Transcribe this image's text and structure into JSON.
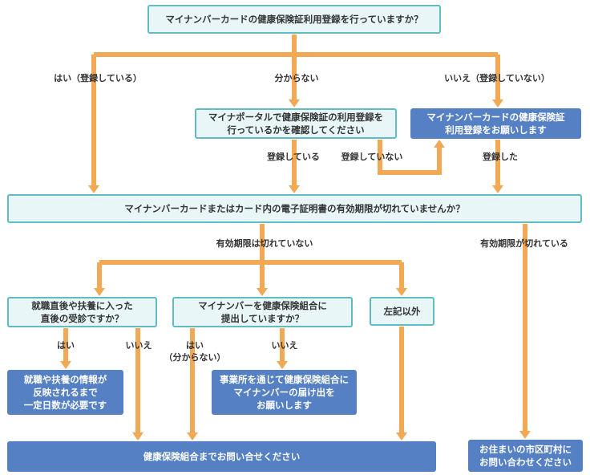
{
  "colors": {
    "arrow": "#f2a955",
    "question_border": "#5fbcc2",
    "question_fill": "#e8f6f7",
    "answer_fill": "#5580c4"
  },
  "nodes": {
    "q_registered": "マイナンバーカードの健康保険証利用登録を行っていますか？",
    "q_portal_check": "マイナポータルで健康保険証の利用登録を\n行っているかを確認してください",
    "a_register": "マイナンバーカードの健康保険証\n利用登録をお願いします",
    "q_expired": "マイナンバーカードまたはカード内の電子証明書の有効期限が切れていませんか？",
    "q_just_employed": "就職直後や扶養に入った\n直後の受診ですか？",
    "q_submitted": "マイナンバーを健康保険組合に\n提出していますか？",
    "q_other": "左記以外",
    "a_wait": "就職や扶養の情報が\n反映されるまで\n一定日数が必要です",
    "a_submit": "事業所を通じて健康保険組合に\nマイナンバーの届け出を\nお願いします",
    "a_contact_union": "健康保険組合までお問い合せください",
    "a_contact_city": "お住まいの市区町村に\nお問い合わせください"
  },
  "edge_labels": {
    "yes_registered": "はい（登録している）",
    "unknown": "分からない",
    "no_registered": "いいえ（登録していない）",
    "registered": "登録している",
    "not_registered": "登録していない",
    "did_register": "登録した",
    "not_expired": "有効期限は切れていない",
    "expired": "有効期限が切れている",
    "yes_1": "はい",
    "no_1": "いいえ",
    "yes_unknown": "はい\n（分からない）",
    "no_2": "いいえ"
  }
}
